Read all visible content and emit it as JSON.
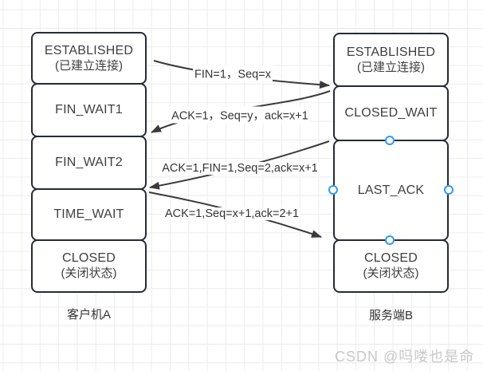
{
  "colors": {
    "background": "#ffffff",
    "grid_line": "#ececec",
    "node_border": "#262b33",
    "node_fill": "#ffffff",
    "node_text": "#3f3f3f",
    "arrow": "#3a3a3a",
    "label_text": "#333333",
    "handle_blue": "#2e9bef",
    "watermark": "#c8c8c8"
  },
  "client_column": {
    "caption": "客户机A",
    "states": [
      {
        "title": "ESTABLISHED",
        "subtitle": "(已建立连接)"
      },
      {
        "title": "FIN_WAIT1",
        "subtitle": ""
      },
      {
        "title": "FIN_WAIT2",
        "subtitle": ""
      },
      {
        "title": "TIME_WAIT",
        "subtitle": ""
      },
      {
        "title": "CLOSED",
        "subtitle": "(关闭状态)"
      }
    ]
  },
  "server_column": {
    "caption": "服务端B",
    "states": [
      {
        "title": "ESTABLISHED",
        "subtitle": "(已建立连接)"
      },
      {
        "title": "CLOSED_WAIT",
        "subtitle": ""
      },
      {
        "title": "LAST_ACK",
        "subtitle": ""
      },
      {
        "title": "CLOSED",
        "subtitle": "(关闭状态)"
      }
    ]
  },
  "messages": [
    {
      "label": "FIN=1，Seq=x",
      "from": "client",
      "to": "server"
    },
    {
      "label": "ACK=1，Seq=y，ack=x+1",
      "from": "server",
      "to": "client"
    },
    {
      "label": "ACK=1,FIN=1,Seq=2,ack=x+1",
      "from": "server",
      "to": "client"
    },
    {
      "label": "ACK=1,Seq=x+1,ack=2+1",
      "from": "client",
      "to": "server"
    }
  ],
  "watermark": "CSDN @吗喽也是命"
}
